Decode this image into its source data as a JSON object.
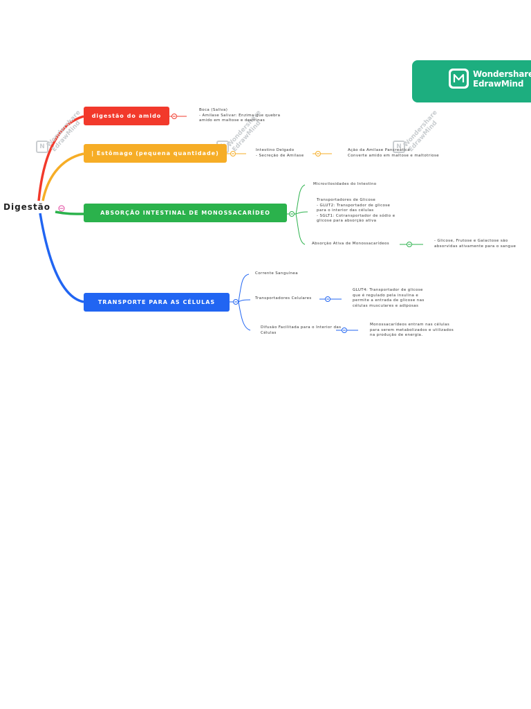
{
  "brand": {
    "line1": "Wondershare",
    "line2": "EdrawMind",
    "logo_icon": "edrawmind-logo-icon",
    "color": "#1dae7f"
  },
  "watermark": {
    "line1": "Wondershare",
    "line2": "EdrawMind"
  },
  "root": {
    "label": "Digestão"
  },
  "branches": [
    {
      "label": "digestão do amido",
      "color": "#f2392b",
      "children": [
        {
          "lines": [
            "Boca (Saliva)",
            "- Amilase Salivar: Enzima que quebra",
            "  amido em maltose e dextrinas"
          ]
        }
      ]
    },
    {
      "label": "| Estômago (pequena quantidade)",
      "color": "#f6ad26",
      "children": [
        {
          "lines": [
            "Intestino Delgado",
            "- Secreção de Amilase"
          ]
        },
        {
          "lines": [
            "Ação da Amilase Pancreática",
            "Converte amido em maltose e maltotriose"
          ]
        }
      ]
    },
    {
      "label": "ABSORÇÃO INTESTINAL DE MONOSSACARÍDEO",
      "color": "#2bb24c",
      "children": [
        {
          "lines": [
            "Microvilosidades do Intestino"
          ]
        },
        {
          "lines": [
            "Transportadores de Glicose",
            "  - GLUT2: Transportador de glicose",
            "    para o interior das células",
            "  - SGLT1: Cotransportador de sódio e",
            "    glicose para absorção ativa"
          ]
        },
        {
          "lines": [
            "Absorção Ativa de Monossacarídeos"
          ]
        },
        {
          "lines": [
            "- Glicose, Frutose e Galactose são",
            "  absorvidas ativamente para o sangue"
          ]
        }
      ]
    },
    {
      "label": "TRANSPORTE PARA AS CÉLULAS",
      "color": "#2165f2",
      "children": [
        {
          "lines": [
            "Corrente Sanguínea"
          ]
        },
        {
          "lines": [
            "Transportadores Celulares"
          ]
        },
        {
          "lines": [
            "GLUT4: Transportador de glicose",
            "que é regulado pela insulina e",
            "permite a entrada de glicose nas",
            "células musculares e adiposas"
          ]
        },
        {
          "lines": [
            "Difusão Facilitada para o Interior das",
            "Células"
          ]
        },
        {
          "lines": [
            "Monossacarídeos entram nas células",
            "para serem metabolizados e utilizados",
            "na produção de energia."
          ]
        }
      ]
    }
  ]
}
